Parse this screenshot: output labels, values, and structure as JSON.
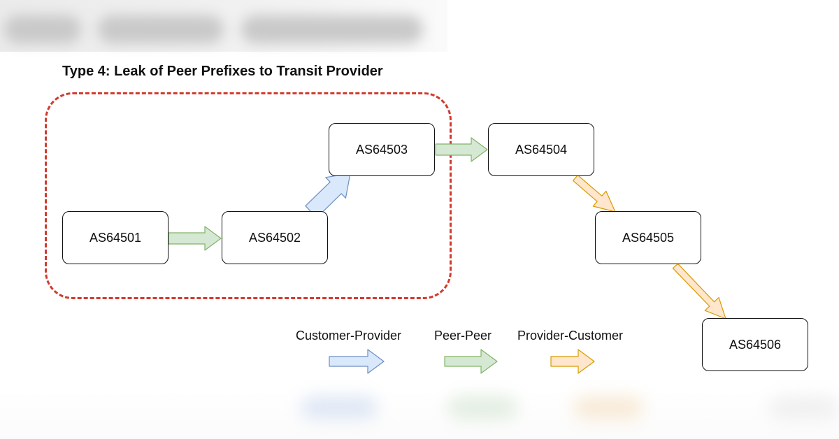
{
  "title": "Type 4: Leak of Peer Prefixes to Transit Provider",
  "nodes": {
    "as64501": "AS64501",
    "as64502": "AS64502",
    "as64503": "AS64503",
    "as64504": "AS64504",
    "as64505": "AS64505",
    "as64506": "AS64506"
  },
  "legend": {
    "customer_provider": "Customer-Provider",
    "peer_peer": "Peer-Peer",
    "provider_customer": "Provider-Customer"
  },
  "colors": {
    "customer_provider_fill": "#dae8fc",
    "customer_provider_stroke": "#6c8ebf",
    "peer_peer_fill": "#d5e8d4",
    "peer_peer_stroke": "#82b366",
    "provider_customer_fill": "#ffe6cc",
    "provider_customer_stroke": "#d79b00",
    "leak_boundary": "#d13b2f"
  },
  "links": [
    {
      "from": "AS64501",
      "to": "AS64502",
      "relation": "peer_peer"
    },
    {
      "from": "AS64502",
      "to": "AS64503",
      "relation": "customer_provider"
    },
    {
      "from": "AS64503",
      "to": "AS64504",
      "relation": "peer_peer"
    },
    {
      "from": "AS64504",
      "to": "AS64505",
      "relation": "provider_customer"
    },
    {
      "from": "AS64505",
      "to": "AS64506",
      "relation": "provider_customer"
    }
  ]
}
